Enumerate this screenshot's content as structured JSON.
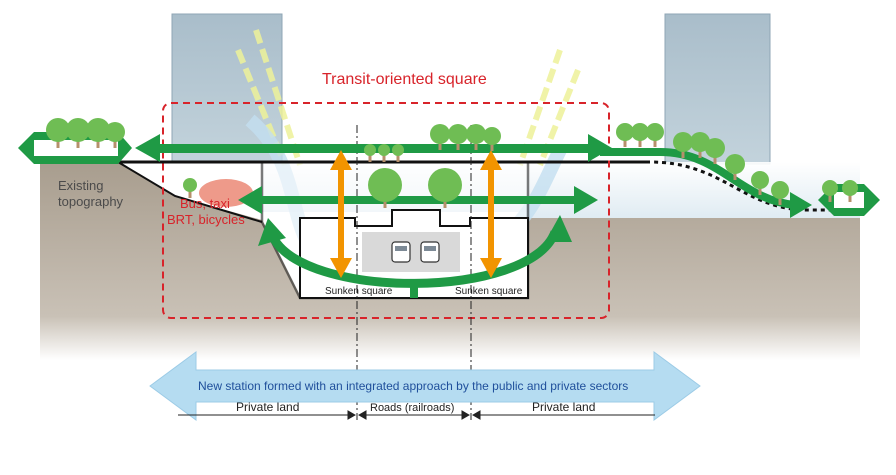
{
  "labels": {
    "transit_square": "Transit-oriented square",
    "existing_topography": "Existing\ntopography",
    "bus_taxi": "Bus, taxi",
    "brt_bicycles": "BRT, bicycles",
    "sunken_square_left": "Sunken square",
    "sunken_square_right": "Sunken square",
    "station_caption": "New station formed with an integrated approach by the public and private sectors",
    "private_land_left": "Private land",
    "roads": "Roads (railroads)",
    "private_land_right": "Private land"
  },
  "colors": {
    "ground": "#a89d8e",
    "building": "#b7c8d3",
    "sky": "#e4eef4",
    "green_arrow": "#1f9a45",
    "orange_arrow": "#f29400",
    "red_dashed": "#d8232a",
    "blue_arrow": "#b5dcf1",
    "bus_zone": "#ee9a8a",
    "tree": "#6fbd54",
    "tree_trunk": "#b6906b"
  },
  "icons": {
    "trees": "tree-icon",
    "trains": "train-icon"
  }
}
